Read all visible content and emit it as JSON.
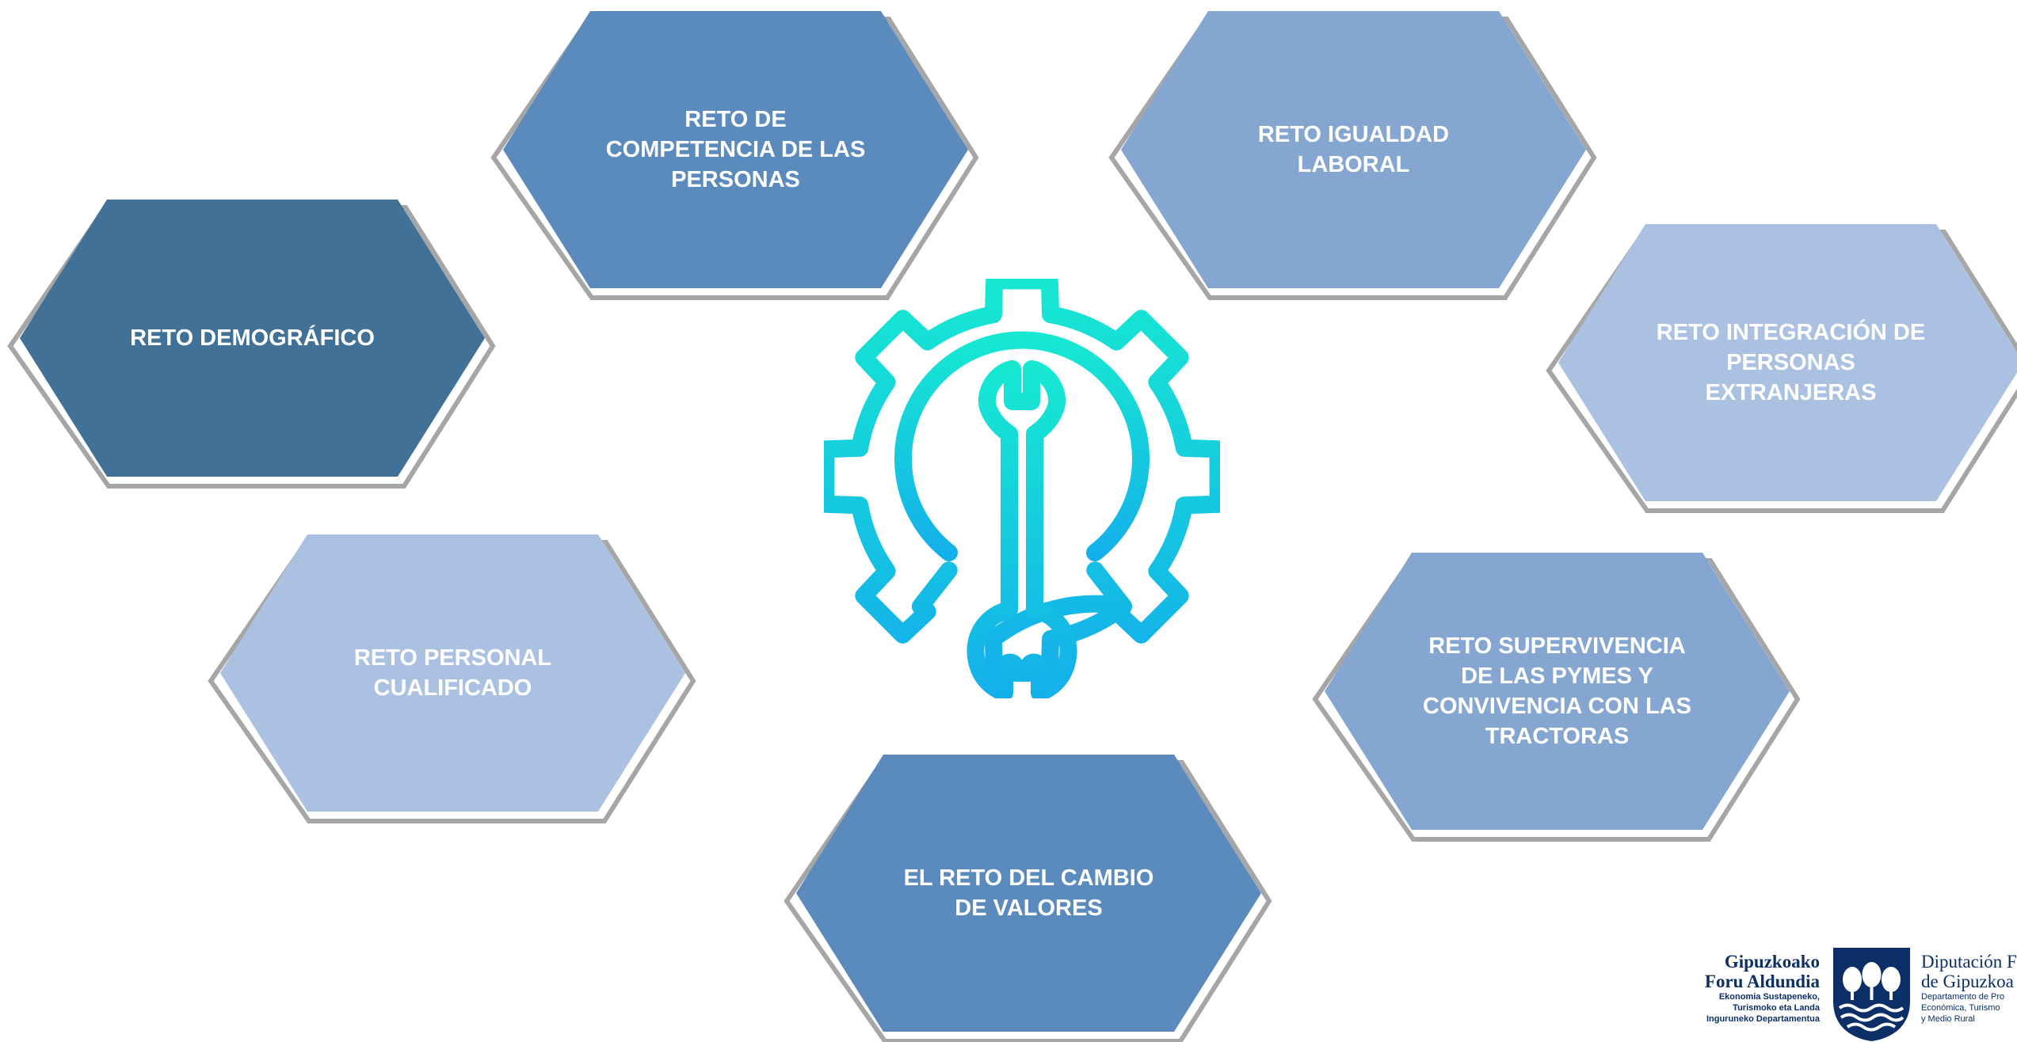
{
  "hexagons": [
    {
      "label": "RETO DE\nCOMPETENCIA DE LAS\nPERSONAS",
      "color": "#5b8bbd"
    },
    {
      "label": "RETO IGUALDAD\nLABORAL",
      "color": "#84a6d1"
    },
    {
      "label": "RETO DEMOGRÁFICO",
      "color": "#427198"
    },
    {
      "label": "RETO INTEGRACIÓN DE\nPERSONAS\nEXTRANJERAS",
      "color": "#abc1e1"
    },
    {
      "label": "RETO PERSONAL\nCUALIFICADO",
      "color": "#abc1e1"
    },
    {
      "label": "RETO SUPERVIVENCIA\nDE LAS PYMES Y\nCONVIVENCIA CON LAS\nTRACTORAS",
      "color": "#84a6d1"
    },
    {
      "label": "EL RETO DEL CAMBIO\nDE VALORES",
      "color": "#5b8bbd"
    }
  ],
  "center_icon": "gear-wrench-icon",
  "logo": {
    "left_name_1": "Gipuzkoako",
    "left_name_2": "Foru Aldundia",
    "left_dept_1": "Ekonomia Sustapeneko,",
    "left_dept_2": "Turismoko eta Landa",
    "left_dept_3": "Inguruneko Departamentua",
    "right_name_1": "Diputación F",
    "right_name_2": "de Gipuzkoa",
    "right_dept_1": "Departamento de Pro",
    "right_dept_2": "Económica, Turismo",
    "right_dept_3": "y Medio Rural"
  }
}
